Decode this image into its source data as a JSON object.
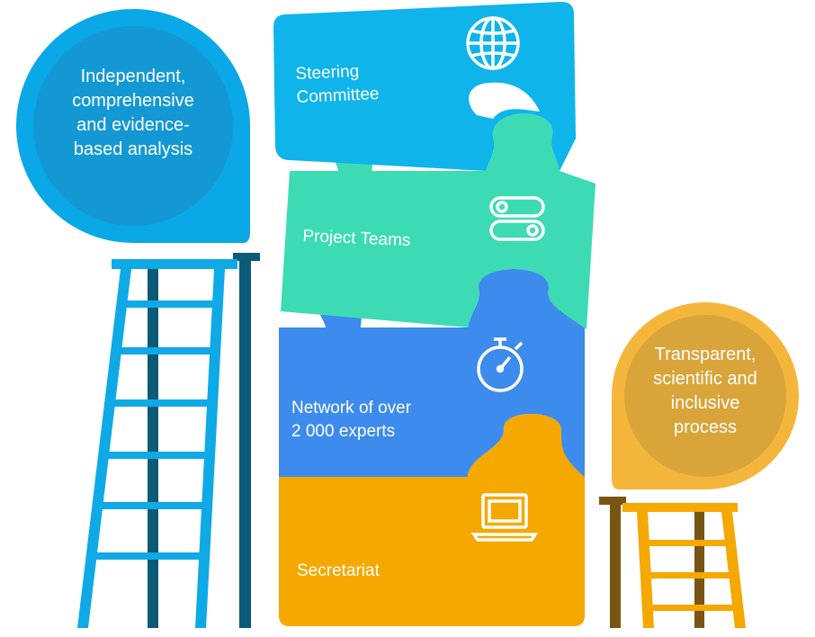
{
  "bubbles": {
    "left": {
      "lines": [
        "Independent,",
        "comprehensive",
        "and evidence-",
        "based analysis"
      ],
      "color": "#0aa8e6",
      "inner_color": "#1498d4"
    },
    "right": {
      "lines": [
        "Transparent,",
        "scientific and",
        "inclusive",
        "process"
      ],
      "color": "#f4b63a",
      "inner_color": "#d9a43a"
    }
  },
  "pieces": [
    {
      "id": "steering",
      "lines": [
        "Steering",
        "Committee"
      ],
      "color": "#0fb4ea",
      "icon": "globe-icon"
    },
    {
      "id": "teams",
      "lines": [
        "Project Teams"
      ],
      "color": "#3ddbb3",
      "icon": "toggle-switches-icon"
    },
    {
      "id": "network",
      "lines": [
        "Network of over",
        "2 000 experts"
      ],
      "color": "#3d8bec",
      "icon": "stopwatch-icon"
    },
    {
      "id": "secretariat",
      "lines": [
        "Secretariat"
      ],
      "color": "#f5a800",
      "icon": "laptop-icon"
    }
  ],
  "ladders": {
    "left": {
      "rail_color": "#0fa9e6",
      "post_color": "#0b5a78"
    },
    "right": {
      "rail_color": "#f5a800",
      "post_color": "#7a5412"
    }
  }
}
